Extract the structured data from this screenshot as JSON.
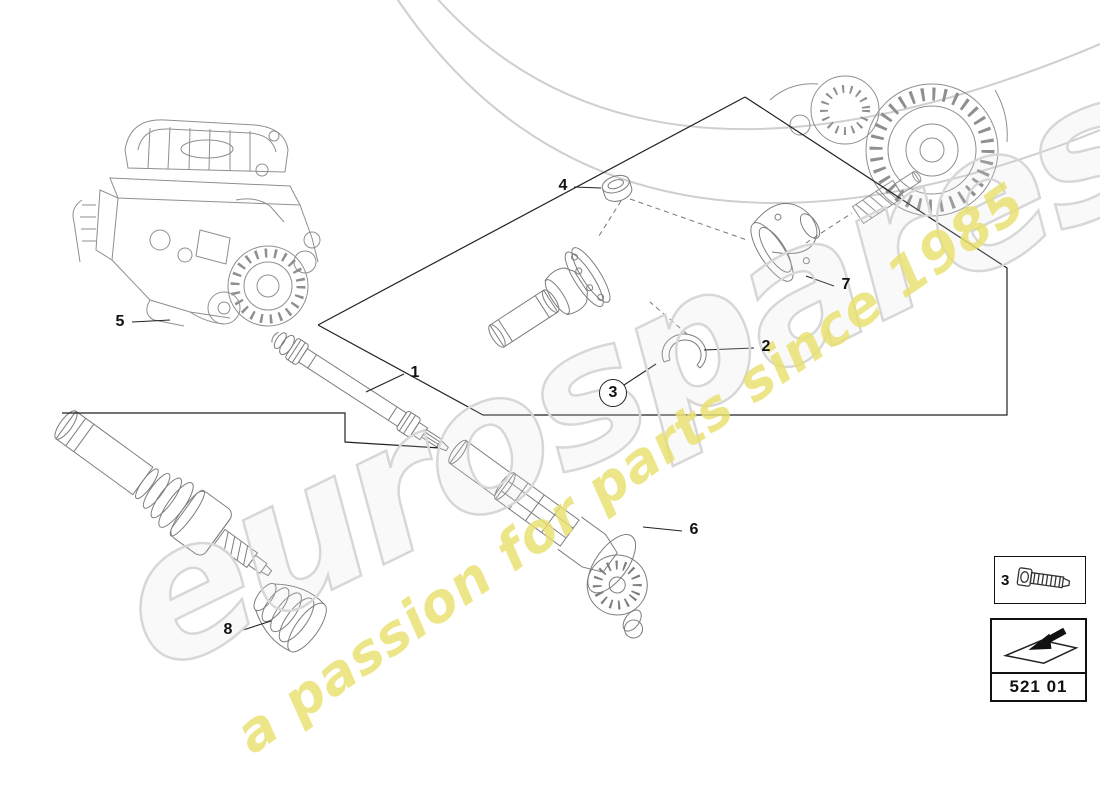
{
  "page": {
    "background": "#ffffff"
  },
  "watermark": {
    "brand": "eurospares",
    "tagline": "a passion for parts since 1985",
    "brand_outline_color": "#d7d7d7",
    "tagline_color": "#e9e06f"
  },
  "diagram": {
    "callouts": [
      {
        "label": "1"
      },
      {
        "label": "2"
      },
      {
        "label": "3"
      },
      {
        "label": "4"
      },
      {
        "label": "5"
      },
      {
        "label": "6"
      },
      {
        "label": "7"
      },
      {
        "label": "8"
      }
    ]
  },
  "legend": {
    "hardware_box": {
      "label": "3",
      "icon": "bolt-icon"
    },
    "part_code_box": {
      "code": "521 01",
      "icon": "view-direction-arrow-icon"
    }
  }
}
